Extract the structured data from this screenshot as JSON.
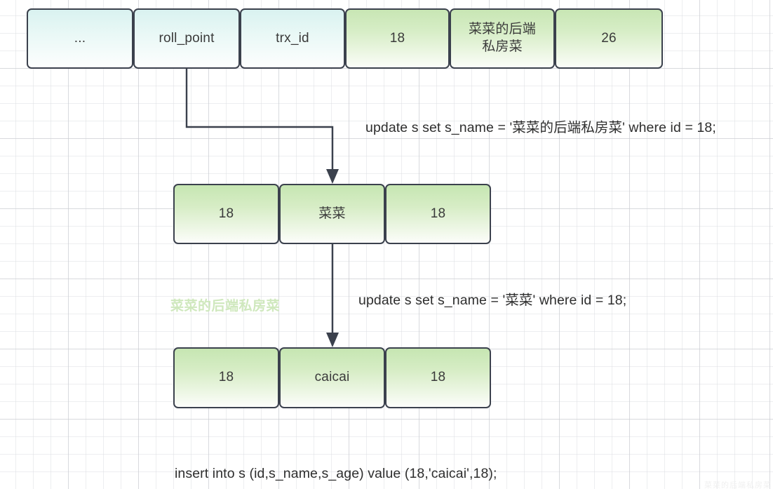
{
  "diagram": {
    "title": "MySQL undo log / MVCC version chain diagram",
    "colors": {
      "box_border": "#3b414d",
      "cyan_fill": "#d9f2f0",
      "green_fill": "#c8e6b4",
      "text": "#2e2e2e",
      "watermark_green": "#cfe8bd",
      "grid_line": "#dee0e4"
    },
    "rows": {
      "header_row": {
        "name": "undo-record-row",
        "cells": [
          {
            "label": "...",
            "style": "cyan"
          },
          {
            "label": "roll_point",
            "style": "cyan"
          },
          {
            "label": "trx_id",
            "style": "cyan"
          },
          {
            "label": "18",
            "style": "green"
          },
          {
            "label": "菜菜的后端\n私房菜",
            "style": "green"
          },
          {
            "label": "26",
            "style": "green"
          }
        ]
      },
      "middle_row": {
        "name": "version-row-middle",
        "cells": [
          {
            "label": "18",
            "style": "green"
          },
          {
            "label": "菜菜",
            "style": "green"
          },
          {
            "label": "18",
            "style": "green"
          }
        ]
      },
      "bottom_row": {
        "name": "version-row-bottom",
        "cells": [
          {
            "label": "18",
            "style": "green"
          },
          {
            "label": "caicai",
            "style": "green"
          },
          {
            "label": "18",
            "style": "green"
          }
        ]
      }
    },
    "annotations": {
      "sql_update_1": "update s set s_name = '菜菜的后端私房菜' where id = 18;",
      "sql_update_2": "update s set s_name = '菜菜' where id = 18;",
      "sql_insert": "insert into s (id,s_name,s_age) value (18,'caicai',18);",
      "watermark": "菜菜的后端私房菜"
    }
  }
}
